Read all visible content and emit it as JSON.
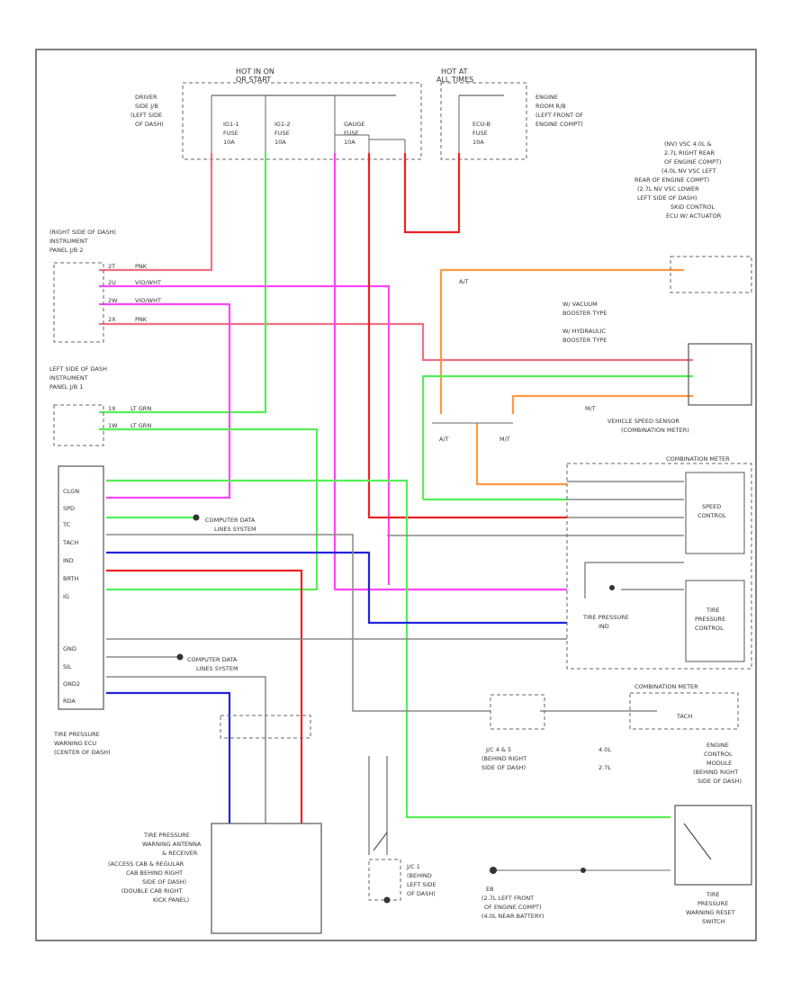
{
  "fuse_box": {
    "hot_in_on": "HOT IN ON",
    "hot_in_on_2": "OR START",
    "hot_at_all_times": "HOT AT",
    "hot_at_all_times_2": "ALL TIMES",
    "driver_side_jb": [
      "DRIVER",
      "SIDE J/B",
      "(LEFT SIDE",
      "OF DASH)"
    ],
    "engine_room_rb": [
      "ENGINE",
      "ROOM R/B",
      "(LEFT FRONT OF",
      "ENGINE COMPT)"
    ],
    "fuses": [
      [
        "IG1-1",
        "FUSE",
        "10A"
      ],
      [
        "IG1-2",
        "FUSE",
        "10A"
      ],
      [
        "GAUGE",
        "FUSE",
        "10A"
      ],
      [
        "ECU-B",
        "FUSE",
        "10A"
      ]
    ]
  },
  "connectors": {
    "right_dash": [
      "(RIGHT SIDE OF DASH)",
      "INSTRUMENT",
      "PANEL J/B 2"
    ],
    "left_dash": [
      "LEFT SIDE OF DASH",
      "INSTRUMENT",
      "PANEL J/B 1"
    ],
    "pins_rjb": [
      "2T",
      "2U",
      "2W",
      "2X"
    ],
    "pins_ljb": [
      "1X",
      "1W"
    ],
    "wire_labels": [
      "PNK",
      "VIO/WHT",
      "VIO/WHT",
      "PNK",
      "LT GRN",
      "LT GRN"
    ]
  },
  "ecu": {
    "name": [
      "TIRE PRESSURE",
      "WARNING ECU",
      "(CENTER OF DASH)"
    ],
    "pins": [
      "CLGN",
      "SPD",
      "TC",
      "TACH",
      "IND",
      "BRTH",
      "IG",
      "GND",
      "SIL",
      "GND2",
      "RDA"
    ],
    "computer_data": [
      "COMPUTER DATA",
      "LINES SYSTEM"
    ]
  },
  "right_side": {
    "vsc_note": [
      "(NV) VSC 4.0L &",
      "2.7L RIGHT REAR",
      "OF ENGINE COMPT)",
      "(4.0L NV VSC LEFT",
      "REAR OF ENGINE COMPT)",
      "(2.7L NV VSC LOWER",
      "LEFT SIDE OF DASH)",
      "SKID CONTROL",
      "ECU W/ ACTUATOR"
    ],
    "vacuum_booster": [
      "W/ VACUUM",
      "BOOSTER TYPE"
    ],
    "hydraulic_booster": [
      "W/ HYDRAULIC",
      "BOOSTER TYPE"
    ],
    "speed_sensor": [
      "VEHICLE SPEED SENSOR",
      "(COMBINATION METER)"
    ],
    "mt_at": [
      "A/T",
      "M/T",
      "A/T",
      "M/T"
    ],
    "combination_meter": "COMBINATION METER",
    "speed_control": [
      "SPEED",
      "CONTROL"
    ],
    "tire_pressure_control": [
      "TIRE",
      "PRESSURE",
      "CONTROL"
    ],
    "tire_pressure_ind": [
      "TIRE PRESSURE",
      "IND"
    ],
    "combination_meter_2": "COMBINATION METER",
    "tach": "TACH",
    "engine_4_0": "4.0L",
    "engine_2_7": "2.7L",
    "ecm": [
      "ENGINE",
      "CONTROL",
      "MODULE",
      "(BEHIND RIGHT",
      "SIDE OF DASH)"
    ],
    "junction": [
      "J/C 4 & 5",
      "(BEHIND RIGHT",
      "SIDE OF DASH)"
    ]
  },
  "bottom": {
    "receiver": [
      "TIRE PRESSURE",
      "WARNING ANTENNA",
      "& RECEIVER",
      "(ACCESS CAB & REGULAR",
      "CAB BEHIND RIGHT",
      "SIDE OF DASH)",
      "(DOUBLE CAB RIGHT",
      "KICK PANEL)"
    ],
    "j_c": [
      "J/C 1",
      "(BEHIND",
      "LEFT SIDE",
      "OF DASH)"
    ],
    "ground": [
      "EB",
      "(2.7L LEFT FRONT",
      "OF ENGINE COMPT)",
      "(4.0L NEAR BATTERY)"
    ],
    "reset_switch": [
      "TIRE",
      "PRESSURE",
      "WARNING RESET",
      "SWITCH"
    ]
  },
  "colors": {
    "pink": "#f07080",
    "magenta": "#ff44ff",
    "green": "#55ee55",
    "red": "#ee2222",
    "blue": "#2222dd",
    "orange": "#ff9944",
    "gray": "#888888",
    "line": "#666666"
  }
}
